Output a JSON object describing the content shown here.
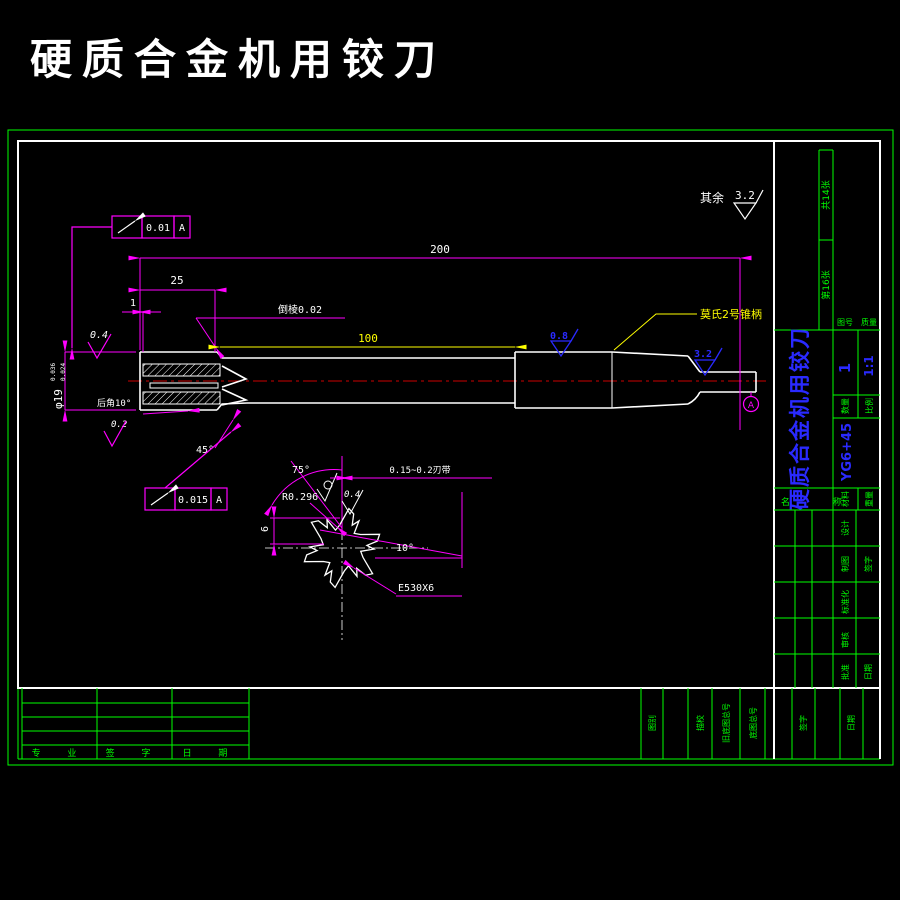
{
  "page_title": "硬质合金机用铰刀",
  "colors": {
    "title_red": "#ff0000",
    "centerline_red": "#cc0000",
    "frame_green": "#00ff00",
    "outline_white": "#ffffff",
    "dimension_magenta": "#ff00ff",
    "highlight_yellow": "#ffff00",
    "roughness_blue": "#2a2aff"
  },
  "general_roughness": {
    "prefix": "其余",
    "value": "3.2"
  },
  "main_view": {
    "dim_200": "200",
    "dim_25": "25",
    "dim_1": "1",
    "dim_100": "100",
    "chamfer_note": "倒棱0.02",
    "shank_note": "莫氏2号锥柄",
    "dia": "φ19",
    "dia_tol_up": "0.036",
    "dia_tol_low": "0.024",
    "relief_angle": "后角10°",
    "angle_45": "45°",
    "ra_04": "0.4",
    "ra_02": "0.2",
    "ra_08": "0.8",
    "ra_32": "3.2",
    "gdt1_value": "0.01",
    "gdt1_datum": "A",
    "gdt2_value": "0.015",
    "gdt2_datum": "A",
    "datum_label": "A"
  },
  "detail_view": {
    "angle_75": "75°",
    "radius": "R0.296",
    "land": "0.15~0.2刃带",
    "angle_10": "10°",
    "depth": "6",
    "code": "E530X6",
    "ra_04": "0.4"
  },
  "title_block": {
    "name_value": "硬质合金机用铰刀",
    "name_label": "名  称",
    "sheet_total": "共14张",
    "sheet_no": "第16张",
    "fig_label": "图号",
    "mass_label": "质量",
    "qty_label": "数量",
    "qty_value": "1",
    "scale_label": "比例",
    "scale_value": "1:1",
    "material_label": "材料",
    "weight_label": "重量",
    "material_value": "YG6+45",
    "sign_rows": [
      "设计",
      "制图",
      "标准化",
      "审核",
      "批准"
    ],
    "sign_cols": [
      "签字",
      "日期"
    ]
  },
  "bottom_table": {
    "labels": [
      "专  业",
      "签  字",
      "日  期"
    ]
  },
  "side_columns": [
    "图别",
    "描校",
    "旧底图总号",
    "底图总号",
    "签字",
    "日期"
  ]
}
